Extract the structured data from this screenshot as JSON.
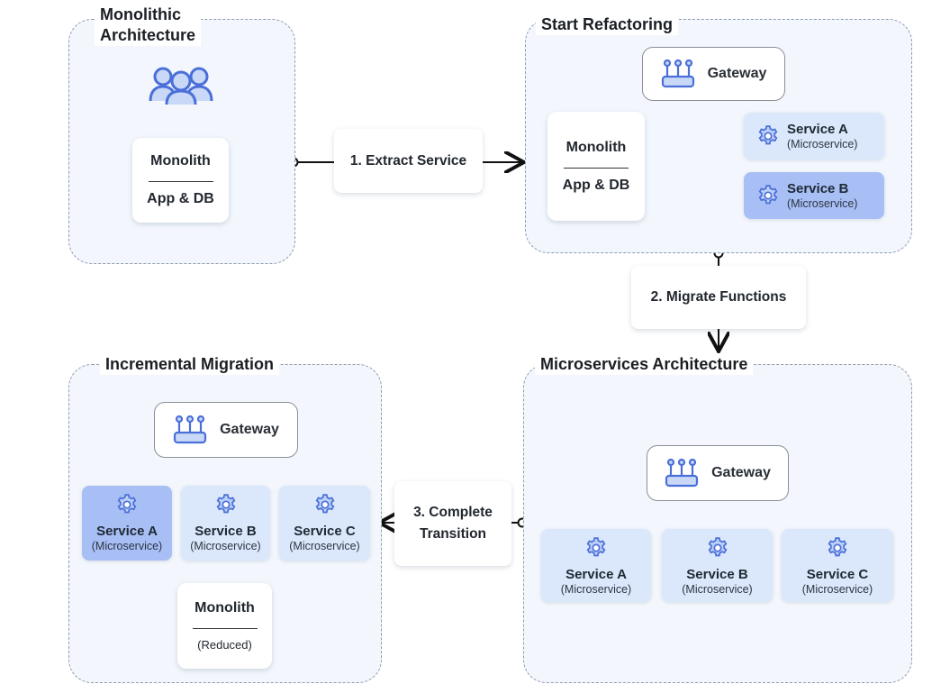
{
  "stages": {
    "monolithic": {
      "title_line1": "Monolithic",
      "title_line2": "Architecture"
    },
    "refactoring": {
      "title": "Start Refactoring"
    },
    "microservices": {
      "title": "Microservices Architecture"
    },
    "incremental": {
      "title": "Incremental Migration"
    }
  },
  "steps": {
    "extract": "1.  Extract Service",
    "migrate": "2.  Migrate Functions",
    "complete_line1": "3.  Complete",
    "complete_line2": "Transition"
  },
  "monolith": {
    "name": "Monolith",
    "subtitle": "App & DB",
    "reduced": "(Reduced)"
  },
  "gateway": {
    "label": "Gateway"
  },
  "services": {
    "a": "Service A",
    "b": "Service B",
    "c": "Service C",
    "tag": "(Microservice)"
  },
  "icons": {
    "users": "users-icon",
    "gateway": "gateway-icon",
    "service": "gear-icon"
  },
  "colors": {
    "service_light": "#dbe8fb",
    "service_dark": "#a8bff6",
    "icon_blue": "#4a6fd8",
    "stage_bg": "#f3f7fd"
  }
}
